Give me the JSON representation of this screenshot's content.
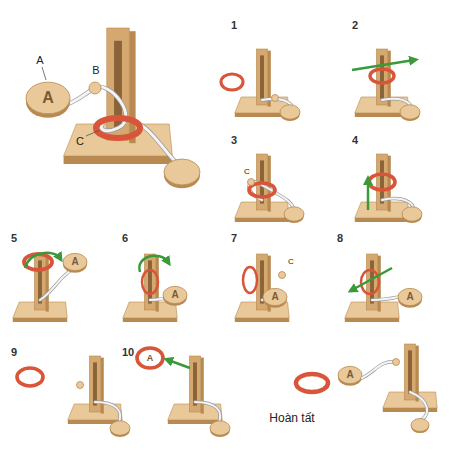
{
  "diagram": {
    "labels": [
      "A",
      "B",
      "C",
      "A",
      "1",
      "2",
      "3",
      "C",
      "4",
      "5",
      "A",
      "6",
      "A",
      "7",
      "A",
      "C",
      "8",
      "A",
      "9",
      "10",
      "A",
      "A",
      "Hoàn tất"
    ]
  }
}
